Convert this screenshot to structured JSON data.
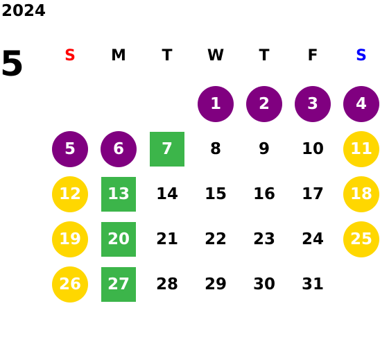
{
  "year": "2024",
  "month": "5",
  "weekdays": [
    {
      "label": "S",
      "color": "#ff0000"
    },
    {
      "label": "M",
      "color": "#000000"
    },
    {
      "label": "T",
      "color": "#000000"
    },
    {
      "label": "W",
      "color": "#000000"
    },
    {
      "label": "T",
      "color": "#000000"
    },
    {
      "label": "F",
      "color": "#000000"
    },
    {
      "label": "S",
      "color": "#0000ff"
    }
  ],
  "first_weekday_index": 3,
  "days": [
    {
      "d": "1",
      "style": "purple"
    },
    {
      "d": "2",
      "style": "purple"
    },
    {
      "d": "3",
      "style": "purple"
    },
    {
      "d": "4",
      "style": "purple"
    },
    {
      "d": "5",
      "style": "purple"
    },
    {
      "d": "6",
      "style": "purple"
    },
    {
      "d": "7",
      "style": "green"
    },
    {
      "d": "8",
      "style": "plain"
    },
    {
      "d": "9",
      "style": "plain"
    },
    {
      "d": "10",
      "style": "plain"
    },
    {
      "d": "11",
      "style": "yellow"
    },
    {
      "d": "12",
      "style": "yellow"
    },
    {
      "d": "13",
      "style": "green"
    },
    {
      "d": "14",
      "style": "plain"
    },
    {
      "d": "15",
      "style": "plain"
    },
    {
      "d": "16",
      "style": "plain"
    },
    {
      "d": "17",
      "style": "plain"
    },
    {
      "d": "18",
      "style": "yellow"
    },
    {
      "d": "19",
      "style": "yellow"
    },
    {
      "d": "20",
      "style": "green"
    },
    {
      "d": "21",
      "style": "plain"
    },
    {
      "d": "22",
      "style": "plain"
    },
    {
      "d": "23",
      "style": "plain"
    },
    {
      "d": "24",
      "style": "plain"
    },
    {
      "d": "25",
      "style": "yellow"
    },
    {
      "d": "26",
      "style": "yellow"
    },
    {
      "d": "27",
      "style": "green"
    },
    {
      "d": "28",
      "style": "plain"
    },
    {
      "d": "29",
      "style": "plain"
    },
    {
      "d": "30",
      "style": "plain"
    },
    {
      "d": "31",
      "style": "plain"
    }
  ],
  "colors": {
    "purple": "#800080",
    "yellow": "#ffd700",
    "green": "#3cb54a"
  }
}
